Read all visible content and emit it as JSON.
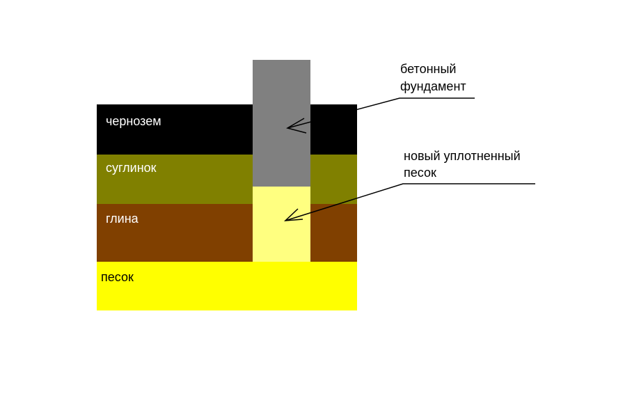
{
  "layers": [
    {
      "label": "чернозем",
      "color": "#000000"
    },
    {
      "label": "суглинок",
      "color": "#808000"
    },
    {
      "label": "глина",
      "color": "#804000"
    },
    {
      "label": "песок",
      "color": "#ffff00"
    }
  ],
  "foundation": {
    "concrete_color": "#808080",
    "sand_fill_color": "#ffff80"
  },
  "callouts": {
    "foundation": {
      "line1": "бетонный",
      "line2": "фундамент"
    },
    "sand": {
      "line1": "новый уплотненный",
      "line2": "песок"
    }
  }
}
